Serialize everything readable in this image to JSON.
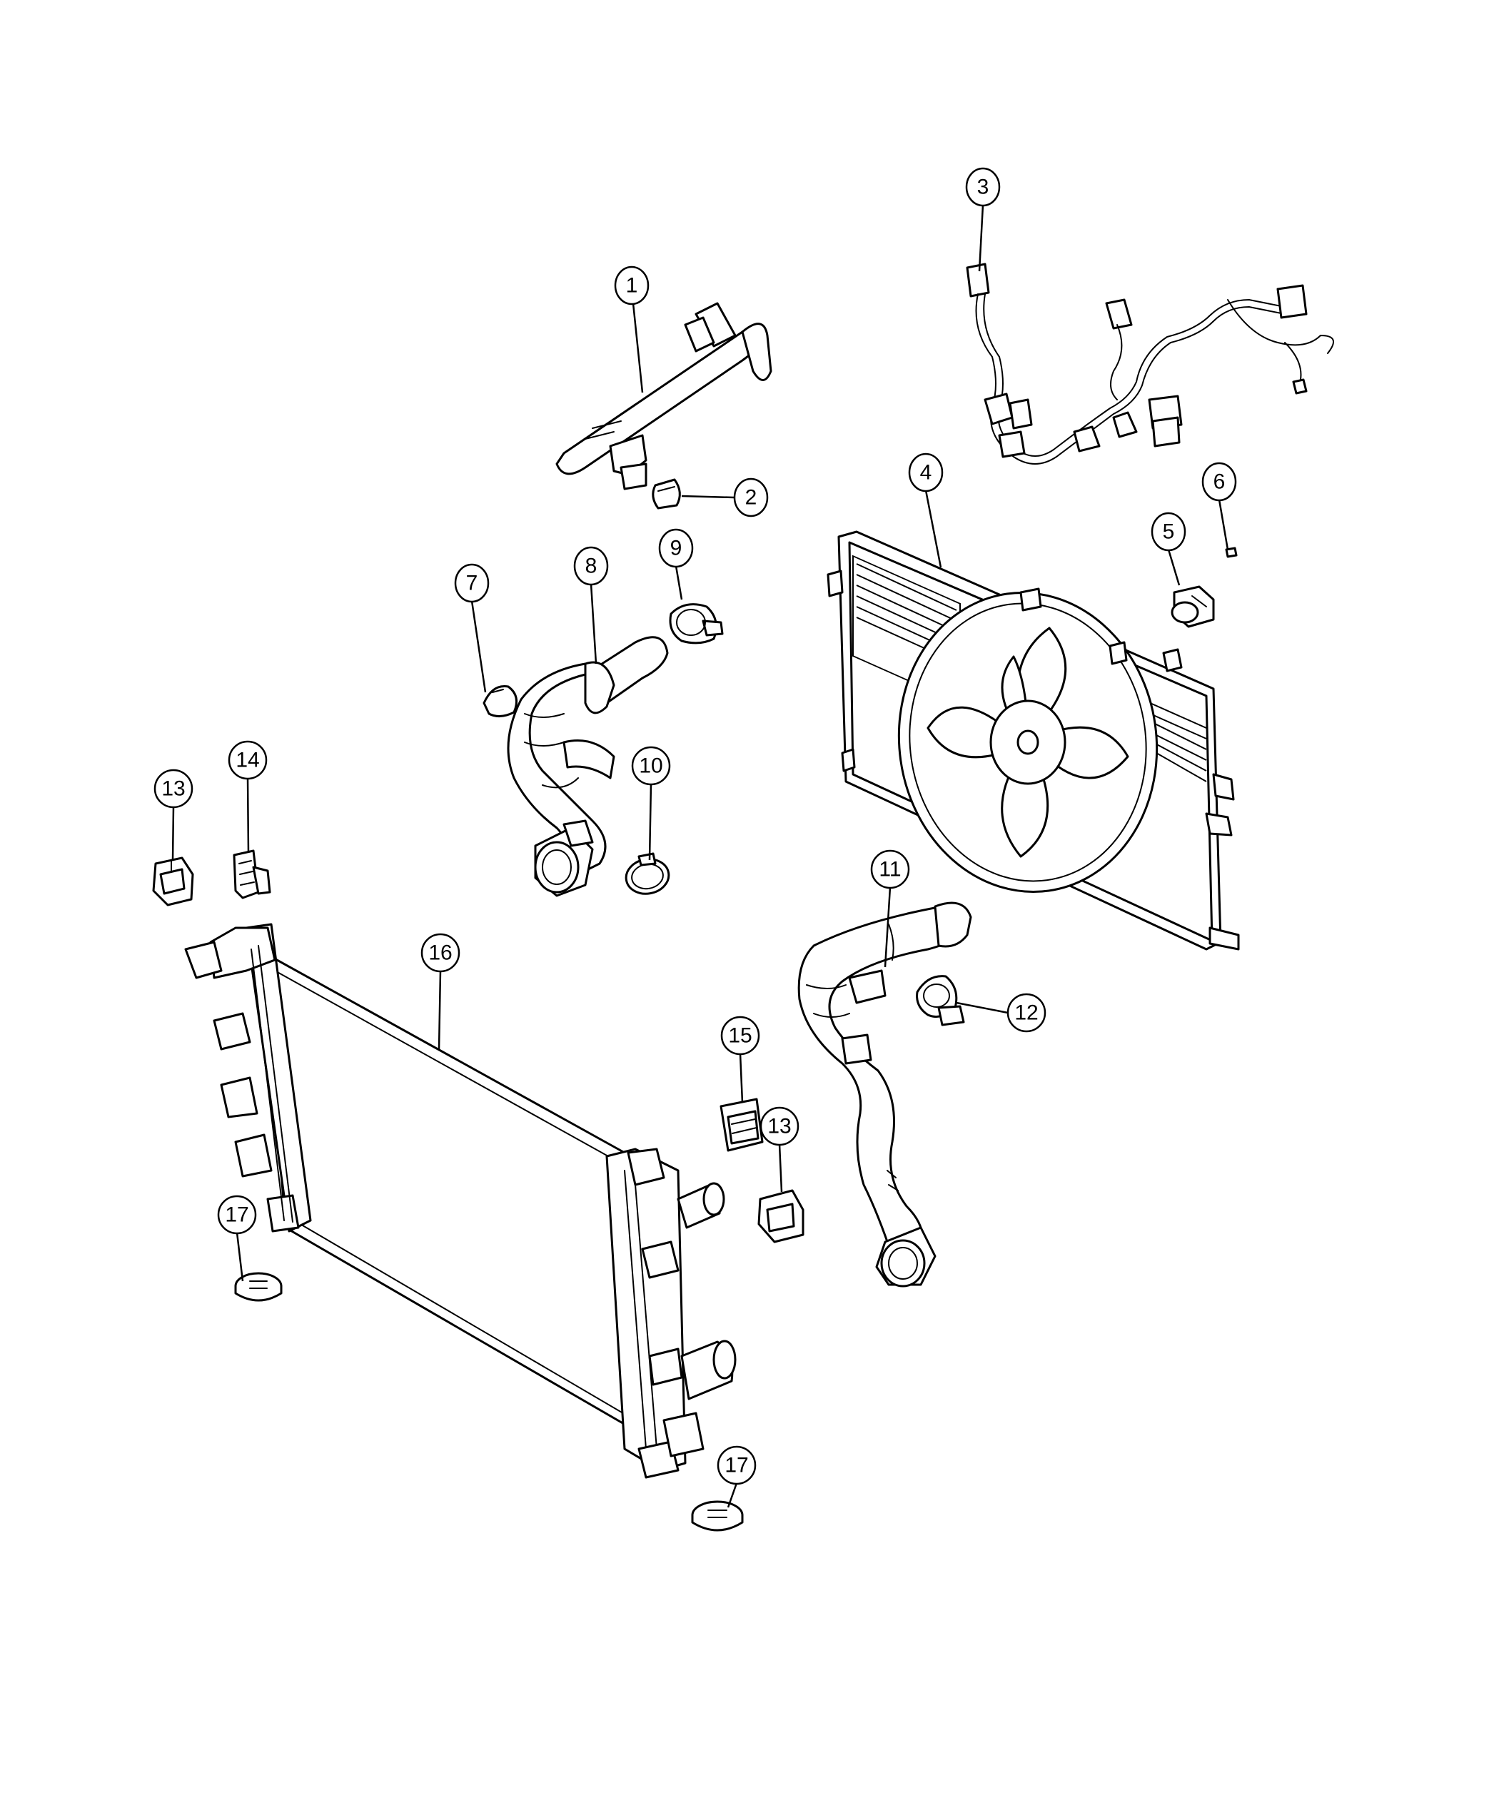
{
  "callouts": [
    {
      "id": "c1",
      "label": "1"
    },
    {
      "id": "c2",
      "label": "2"
    },
    {
      "id": "c3",
      "label": "3"
    },
    {
      "id": "c4",
      "label": "4"
    },
    {
      "id": "c5",
      "label": "5"
    },
    {
      "id": "c6",
      "label": "6"
    },
    {
      "id": "c7",
      "label": "7"
    },
    {
      "id": "c8",
      "label": "8"
    },
    {
      "id": "c9",
      "label": "9"
    },
    {
      "id": "c10",
      "label": "10"
    },
    {
      "id": "c11",
      "label": "11"
    },
    {
      "id": "c12",
      "label": "12"
    },
    {
      "id": "c13a",
      "label": "13"
    },
    {
      "id": "c14",
      "label": "14"
    },
    {
      "id": "c15",
      "label": "15"
    },
    {
      "id": "c13b",
      "label": "13"
    },
    {
      "id": "c16",
      "label": "16"
    },
    {
      "id": "c17a",
      "label": "17"
    },
    {
      "id": "c17b",
      "label": "17"
    }
  ],
  "colors": {
    "ink": "#000000",
    "paper": "#ffffff"
  }
}
